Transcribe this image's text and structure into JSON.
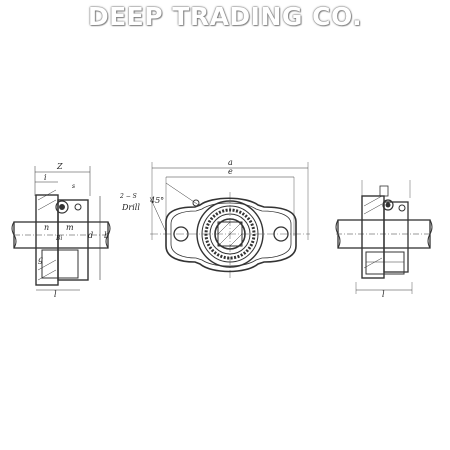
{
  "watermark": {
    "text": "DEEP TRADING CO."
  },
  "left_view": {
    "labels": {
      "Z": "Z",
      "i": "i",
      "s": "s",
      "n": "n",
      "m": "m",
      "Bi": "Bi",
      "d": "d",
      "b": "b",
      "g": "g",
      "l": "l"
    }
  },
  "center_view": {
    "labels": {
      "a": "a",
      "e": "e",
      "bolt": "2 − S",
      "drill": "Drill",
      "angle": "45°"
    }
  },
  "right_view": {
    "labels": {
      "l": "l"
    }
  }
}
